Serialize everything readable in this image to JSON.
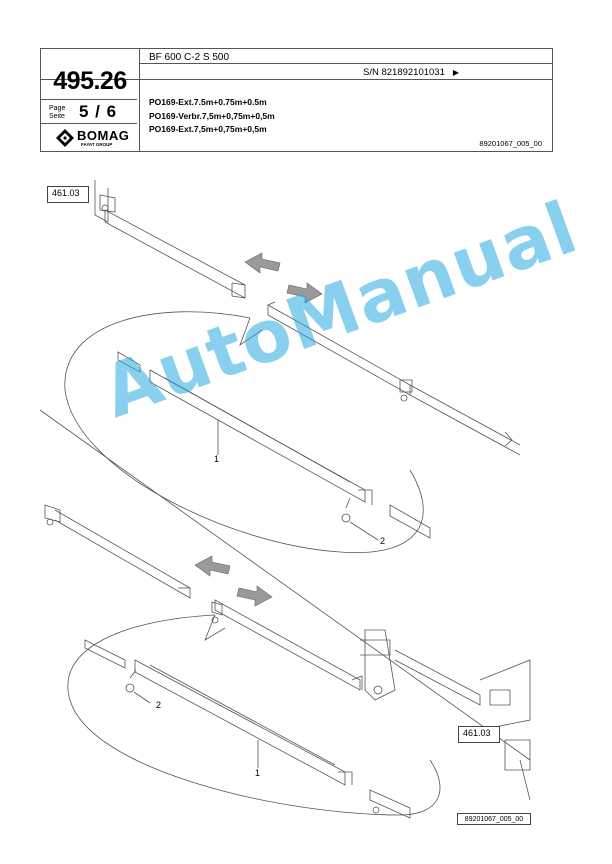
{
  "header": {
    "model": "BF 600 C-2 S 500",
    "serial": "S/N 821892101031",
    "serial_arrow": "▶",
    "part_number": "495.26",
    "page_label_line1": "Page",
    "page_label_line2": "Seite",
    "page_number": "5 / 6",
    "logo_text": "BOMAG",
    "logo_sub": "FAYAT GROUP",
    "desc_lines": [
      "PO169-Ext.7.5m+0.75m+0.5m",
      "PO169-Verbr.7,5m+0,75m+0,5m",
      "PO169-Ext.7,5m+0,75m+0,5m"
    ],
    "reference": "89201067_005_00"
  },
  "drawing": {
    "callout_top": "461.03",
    "callout_bottom": "461.03",
    "label_1a": "1",
    "label_2a": "2",
    "label_1b": "1",
    "label_2b": "2",
    "bottom_ref": "89201067_005_00"
  },
  "watermark": "AutoManual",
  "colors": {
    "line": "#555555",
    "arrow": "#9a9a9a",
    "watermark": "#28aae1"
  }
}
